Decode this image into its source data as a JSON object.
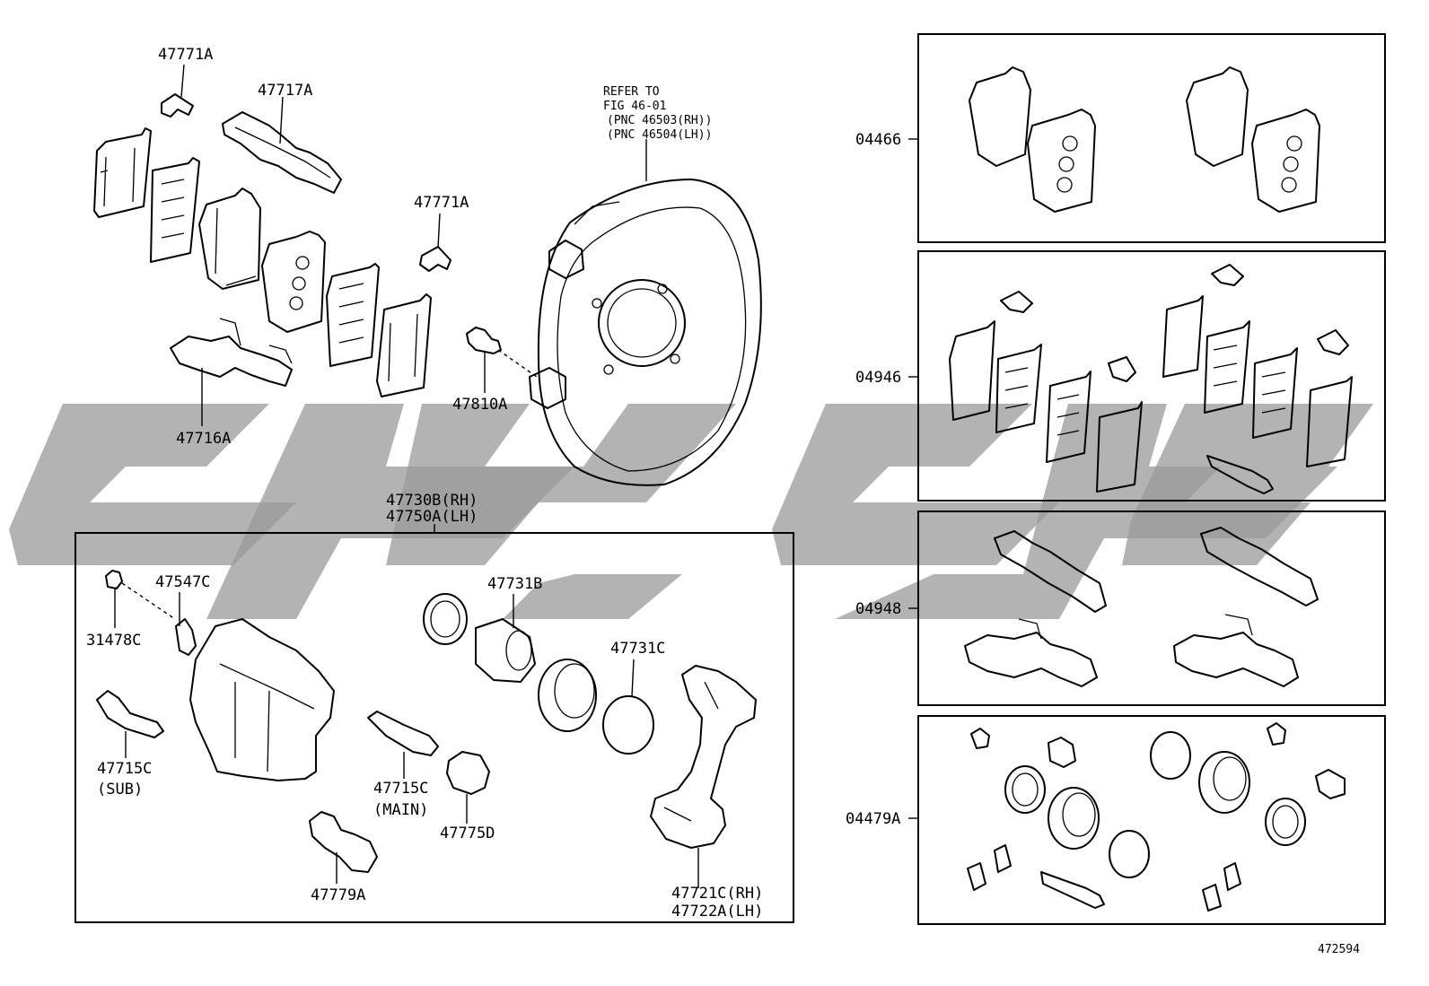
{
  "diagram": {
    "labels": {
      "p47771A_top": "47771A",
      "p47717A": "47717A",
      "p47771A_mid": "47771A",
      "p47716A": "47716A",
      "p47810A": "47810A",
      "refer_line1": "REFER TO",
      "refer_line2": "FIG 46-01",
      "refer_line3": "(PNC 46503(RH))",
      "refer_line4": "(PNC 46504(LH))",
      "caliper_rh": "47730B(RH)",
      "caliper_lh": "47750A(LH)",
      "p47547C": "47547C",
      "p31478C": "31478C",
      "p47731B": "47731B",
      "p47731C": "47731C",
      "p47715C_sub": "47715C",
      "sub_note": "(SUB)",
      "p47715C_main": "47715C",
      "main_note": "(MAIN)",
      "p47775D": "47775D",
      "p47779A": "47779A",
      "p47721C": "47721C(RH)",
      "p47722A": "47722A(LH)",
      "kit_04466": "04466",
      "kit_04946": "04946",
      "kit_04948": "04948",
      "kit_04479A": "04479A",
      "illustration_no": "472594"
    },
    "watermark": "CHC",
    "colors": {
      "line": "#000000",
      "watermark": "#9a9a9a",
      "background": "#ffffff"
    }
  }
}
